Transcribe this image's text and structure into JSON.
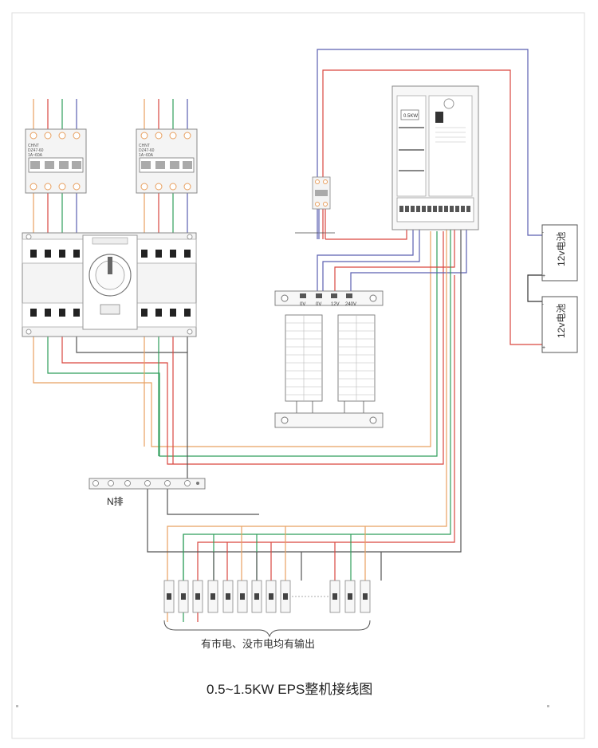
{
  "breaker_left": {
    "brand": "CHNT",
    "model": "DZ47-60",
    "rating": "1A~60A"
  },
  "breaker_right": {
    "brand": "CHNT",
    "model": "DZ47-60",
    "rating": "1A~60A"
  },
  "inverter": {
    "power_label": "0.5KW"
  },
  "battery_top": {
    "label": "12v电池"
  },
  "battery_bottom": {
    "label": "12v电池"
  },
  "transformer": {
    "taps": [
      "0V",
      "0V",
      "12V",
      "240V"
    ]
  },
  "n_bar": {
    "label": "N排"
  },
  "output_note": "有市电、没市电均有输出",
  "title": "0.5~1.5KW EPS整机接线图",
  "colors": {
    "blue": "#5a5fb0",
    "red": "#d9463f",
    "green": "#2e9e5b",
    "orange": "#e8a060",
    "gray": "#555555",
    "violet": "#6f5fa8"
  }
}
